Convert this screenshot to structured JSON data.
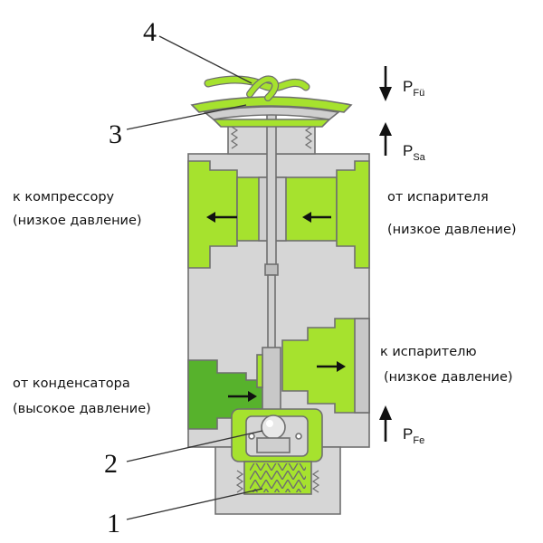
{
  "labels": {
    "left_top_1": "к компрессору",
    "left_top_2": "(низкое давление)",
    "right_top_1": "от испарителя",
    "right_top_2": "(низкое давление)",
    "right_mid_1": "к испарителю",
    "right_mid_2": "(низкое давление)",
    "left_bot_1": "от конденсатора",
    "left_bot_2": "(высокое давление)"
  },
  "numbers": {
    "n1": "1",
    "n2": "2",
    "n3": "3",
    "n4": "4"
  },
  "pressures": {
    "pfu_main": "P",
    "pfu_sub": "Fü",
    "psa_main": "P",
    "psa_sub": "Sa",
    "pfe_main": "P",
    "pfe_sub": "Fe"
  },
  "colors": {
    "body_gray": "#d6d6d6",
    "green": "#a6e22e",
    "dark_green": "#57b22c",
    "outline": "#6f6f6f"
  }
}
